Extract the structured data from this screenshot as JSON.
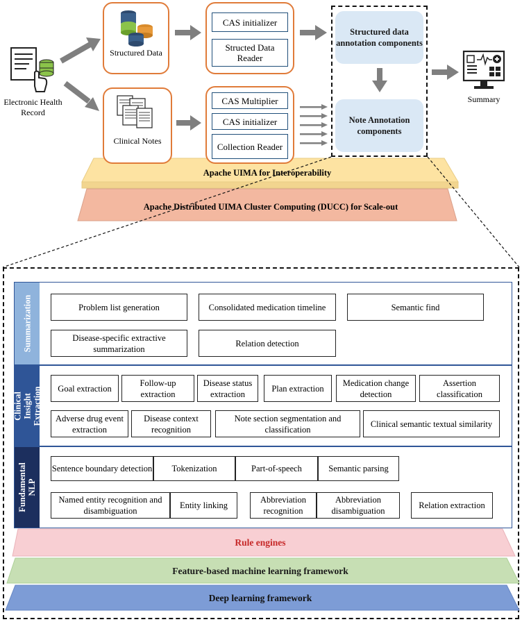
{
  "inputs": {
    "ehr_label": "Electronic Health Record",
    "structured_label": "Structured Data",
    "notes_label": "Clinical Notes"
  },
  "readers": {
    "structured": [
      "CAS initializer",
      "Structed Data Reader"
    ],
    "notes": [
      "CAS Multiplier",
      "CAS initializer",
      "Collection Reader"
    ]
  },
  "components": {
    "structured": "Structured data annotation components",
    "notes": "Note Annotation components"
  },
  "output": {
    "summary_label": "Summary"
  },
  "platforms": {
    "uima": "Apache UIMA for Interoperability",
    "ducc": "Apache Distributed UIMA Cluster Computing (DUCC) for Scale-out"
  },
  "sections": {
    "summarization": {
      "label": "Summarization",
      "color": "#8fb3dc",
      "modules": [
        "Problem list generation",
        "Consolidated medication timeline",
        "Semantic find",
        "Disease-specific extractive summarization",
        "Relation detection"
      ]
    },
    "clinical_insight": {
      "label": "Clinical Insight Extraction",
      "color": "#2f5597",
      "modules": [
        "Goal extraction",
        "Follow-up extraction",
        "Disease status extraction",
        "Plan extraction",
        "Medication change detection",
        "Assertion classification",
        "Adverse drug event extraction",
        "Disease context recognition",
        "Note section segmentation and classification",
        "Clinical semantic textual similarity"
      ]
    },
    "fundamental_nlp": {
      "label": "Fundamental NLP",
      "color": "#1c2f5e",
      "modules": [
        "Sentence boundary detection",
        "Tokenization",
        "Part-of-speech",
        "Semantic parsing",
        "Named entity recognition and disambiguation",
        "Entity linking",
        "Abbreviation recognition",
        "Abbreviation disambiguation",
        "Relation extraction"
      ]
    }
  },
  "frameworks": {
    "rule": {
      "label": "Rule engines",
      "color": "#f8cfd3"
    },
    "feature": {
      "label": "Feature-based machine learning framework",
      "color": "#c7dfb4"
    },
    "deep": {
      "label": "Deep learning framework",
      "color": "#7d9cd6"
    }
  }
}
